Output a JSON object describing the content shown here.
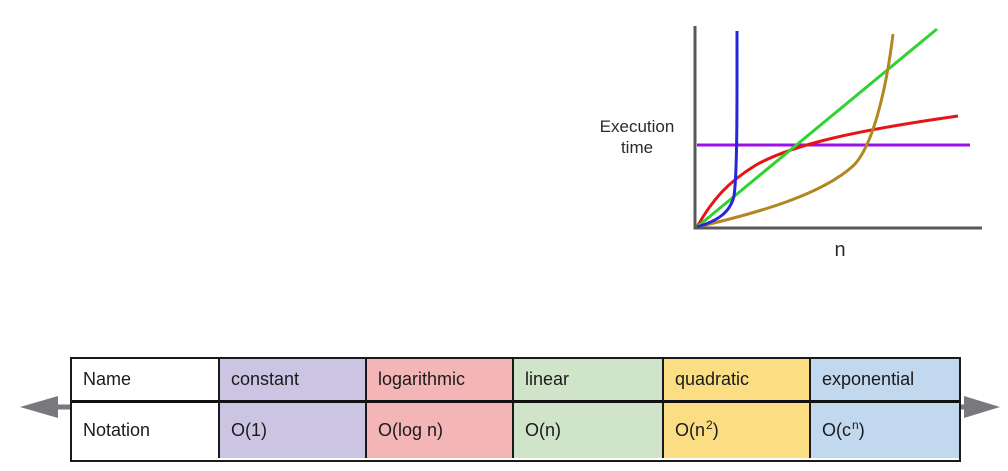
{
  "graph": {
    "ylabel": "Execution time",
    "xlabel": "n",
    "axis_color": "#58595b"
  },
  "arrow": {
    "color": "#77797c"
  },
  "table": {
    "headers": {
      "name": "Name",
      "notation": "Notation"
    },
    "columns": [
      {
        "name": "constant",
        "notation_main": "O(1)",
        "notation_sup": "",
        "notation_end": "",
        "color": "#cbc4e3"
      },
      {
        "name": "logarithmic",
        "notation_main": "O(log n)",
        "notation_sup": "",
        "notation_end": "",
        "color": "#f4b5b7"
      },
      {
        "name": "linear",
        "notation_main": "O(n)",
        "notation_sup": "",
        "notation_end": "",
        "color": "#d0e4c9"
      },
      {
        "name": "quadratic",
        "notation_main": "O(n",
        "notation_sup": "2",
        "notation_end": ")",
        "color": "#fbdd84"
      },
      {
        "name": "exponential",
        "notation_main": "O(c",
        "notation_sup": "n",
        "notation_end": ")",
        "color": "#c2d8ee"
      }
    ]
  },
  "chart_data": {
    "type": "line",
    "title": "",
    "xlabel": "n",
    "ylabel": "Execution time",
    "axes_numeric": false,
    "grid": false,
    "legend": "none",
    "series": [
      {
        "name": "constant",
        "notation": "O(1)",
        "color": "#9b11e8",
        "shape": "flat horizontal line at constant execution time"
      },
      {
        "name": "logarithmic",
        "notation": "O(log n)",
        "color": "#e81414",
        "shape": "rises quickly near origin then flattens out"
      },
      {
        "name": "linear",
        "notation": "O(n)",
        "color": "#2fd32f",
        "shape": "straight diagonal line from origin"
      },
      {
        "name": "quadratic",
        "notation": "O(n^2)",
        "color": "#b3871f",
        "shape": "slow start then increasingly steep curve"
      },
      {
        "name": "exponential",
        "notation": "O(c^n)",
        "color": "#2727d8",
        "shape": "near-vertical growth very close to the y-axis"
      }
    ]
  }
}
